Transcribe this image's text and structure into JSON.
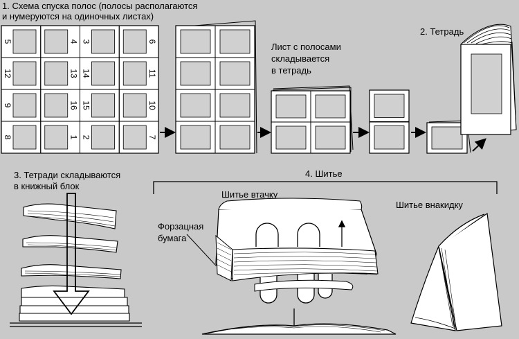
{
  "labels": {
    "step1_line1": "1. Схема спуска полос (полосы располагаются",
    "step1_line2": "и нумеруются на одиночных листах)",
    "folding_line1": "Лист с полосами",
    "folding_line2": "складывается",
    "folding_line3": "в тетрадь",
    "step2": "2. Тетрадь",
    "step3_line1": "3. Тетради складываются",
    "step3_line2": "в книжный блок",
    "step4": "4. Шитье",
    "saddle_stitch": "Шитье втачку",
    "side_stitch": "Шитье внакидку",
    "endpaper_line1": "Форзацная",
    "endpaper_line2": "бумага"
  },
  "imposition": {
    "rows": [
      [
        "5",
        "4",
        "3",
        "6"
      ],
      [
        "12",
        "13",
        "14",
        "11"
      ],
      [
        "9",
        "16",
        "15",
        "10"
      ],
      [
        "8",
        "1",
        "2",
        "7"
      ]
    ]
  },
  "colors": {
    "background": "#c9c9c9",
    "sheet": "#ffffff",
    "page_panel": "#d0d0d0",
    "ink": "#000000"
  }
}
